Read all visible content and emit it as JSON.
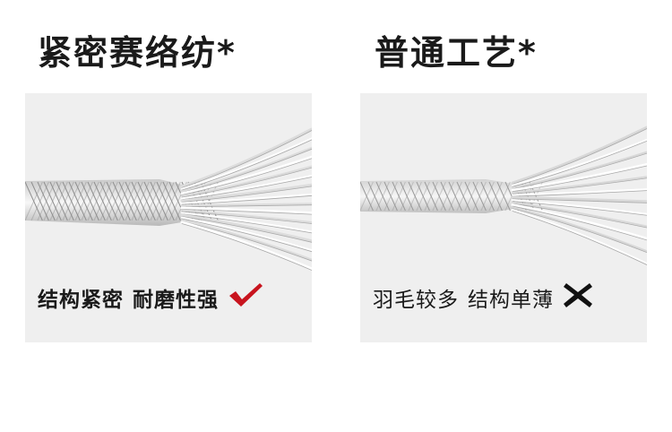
{
  "left": {
    "title": "紧密赛络纺*",
    "caption_part1": "结构紧密",
    "caption_part2": "耐磨性强",
    "mark_icon": "check-icon",
    "mark_color": "#c8141e"
  },
  "right": {
    "title": "普通工艺*",
    "caption_part1": "羽毛较多",
    "caption_part2": "结构单薄",
    "mark_icon": "cross-icon",
    "mark_color": "#111111"
  }
}
